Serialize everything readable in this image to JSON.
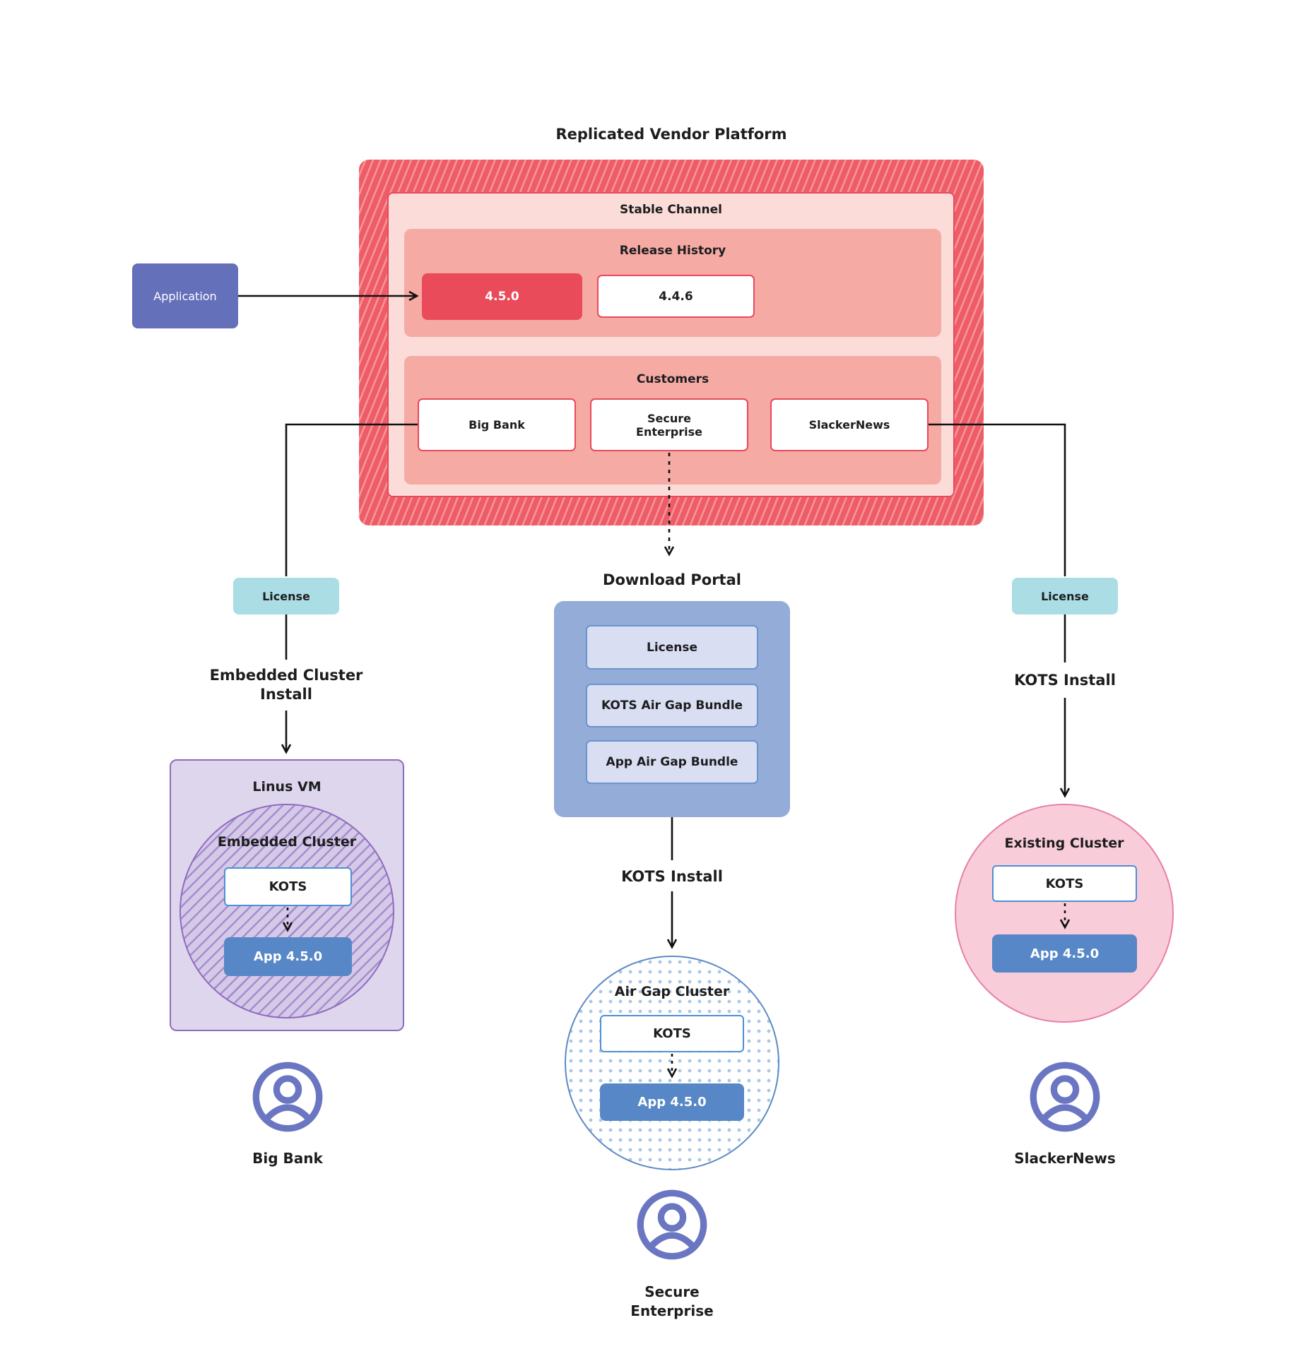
{
  "title": "Replicated Vendor Platform",
  "platform": {
    "stable_channel_label": "Stable Channel",
    "release_history_label": "Release History",
    "releases": [
      {
        "version": "4.5.0",
        "highlighted": true
      },
      {
        "version": "4.4.6",
        "highlighted": false
      }
    ],
    "customers_label": "Customers",
    "customers": [
      "Big Bank",
      "Secure\nEnterprise",
      "SlackerNews"
    ]
  },
  "application_label": "Application",
  "branches": {
    "left": {
      "license_label": "License",
      "install_label": "Embedded Cluster\nInstall",
      "vm_label": "Linus VM",
      "cluster_label": "Embedded Cluster",
      "kots_label": "KOTS",
      "app_label": "App 4.5.0",
      "user_label": "Big Bank"
    },
    "middle": {
      "portal_label": "Download Portal",
      "portal_items": [
        "License",
        "KOTS Air Gap Bundle",
        "App Air Gap Bundle"
      ],
      "install_label": "KOTS Install",
      "cluster_label": "Air Gap Cluster",
      "kots_label": "KOTS",
      "app_label": "App 4.5.0",
      "user_label": "Secure\nEnterprise"
    },
    "right": {
      "license_label": "License",
      "install_label": "KOTS Install",
      "cluster_label": "Existing Cluster",
      "kots_label": "KOTS",
      "app_label": "App 4.5.0",
      "user_label": "SlackerNews"
    }
  },
  "colors": {
    "hatch_red_base": "#ee5d66",
    "hatch_red_stripe": "#f5969c",
    "stable_panel_fill": "#fbdcd8",
    "red_border": "#e8495c",
    "salmon_panel_fill": "#f5aaa4",
    "release_highlight": "#e94b5b",
    "application_purple": "#6570ba",
    "license_teal": "#abdde5",
    "portal_blue": "#93acd8",
    "portal_item_fill": "#d9def2",
    "app_blue": "#5787c6",
    "kots_border_blue": "#4d8fd6",
    "vm_fill": "#ddd6ec",
    "vm_border": "#8d6cc0",
    "embedded_hatch": "#a68cce",
    "airgap_dot": "#aac7e6",
    "existing_fill": "#f9ccd9",
    "existing_border": "#e87fa8",
    "user_icon_purple": "#6b76c2"
  }
}
